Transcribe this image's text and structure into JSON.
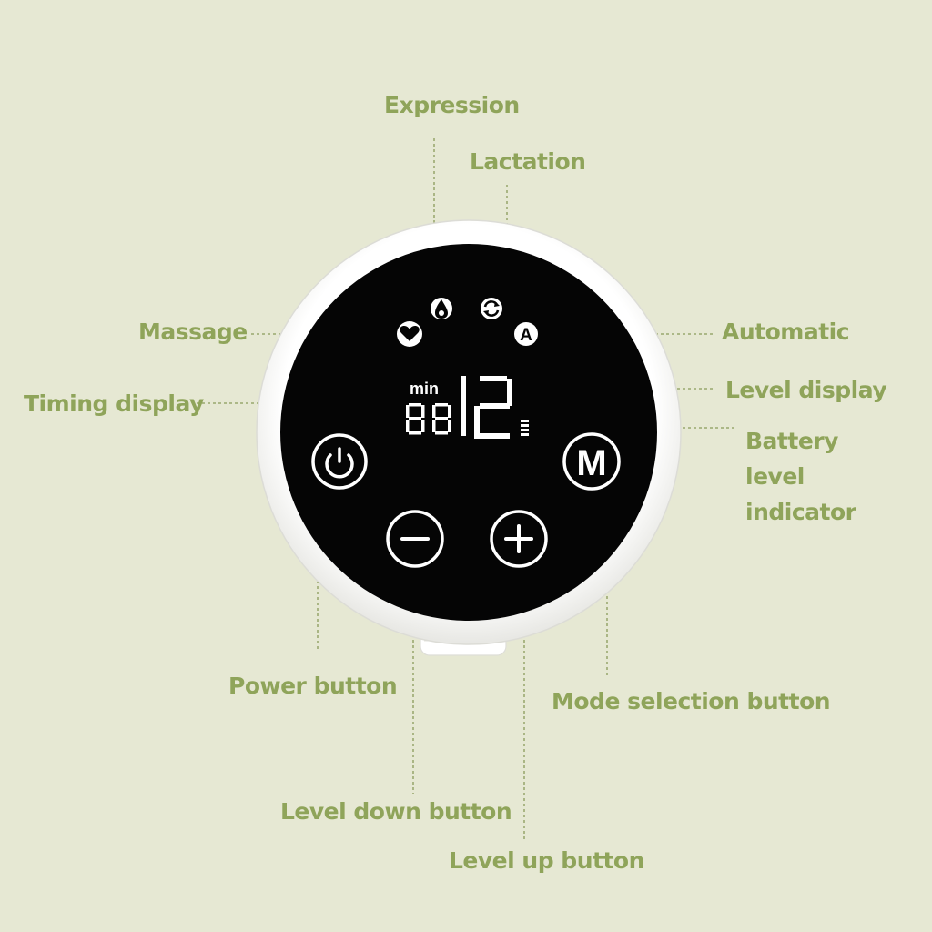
{
  "colors": {
    "background": "#e6e8d3",
    "label": "#8fa45a",
    "leader_line": "#8a9a5a",
    "bezel": "#ffffff",
    "panel": "#050505",
    "glyph": "#ffffff"
  },
  "labels": {
    "expression": "Expression",
    "lactation": "Lactation",
    "massage": "Massage",
    "automatic": "Automatic",
    "timing_display": "Timing display",
    "level_display": "Level display",
    "battery_level_indicator": [
      "Battery",
      "level",
      "indicator"
    ],
    "power_button": "Power button",
    "mode_selection_button": "Mode selection button",
    "level_down_button": "Level down button",
    "level_up_button": "Level up button"
  },
  "display": {
    "unit": "min",
    "timer": "88",
    "level": "12"
  },
  "buttons": {
    "mode_letter": "M",
    "automatic_letter": "A"
  },
  "icons": {
    "expression": "droplet-flame-icon",
    "lactation": "cycle-arrows-icon",
    "massage": "heart-icon",
    "automatic": "letter-a-icon",
    "battery": "battery-bars-icon",
    "power": "power-icon",
    "minus": "minus-icon",
    "plus": "plus-icon"
  }
}
